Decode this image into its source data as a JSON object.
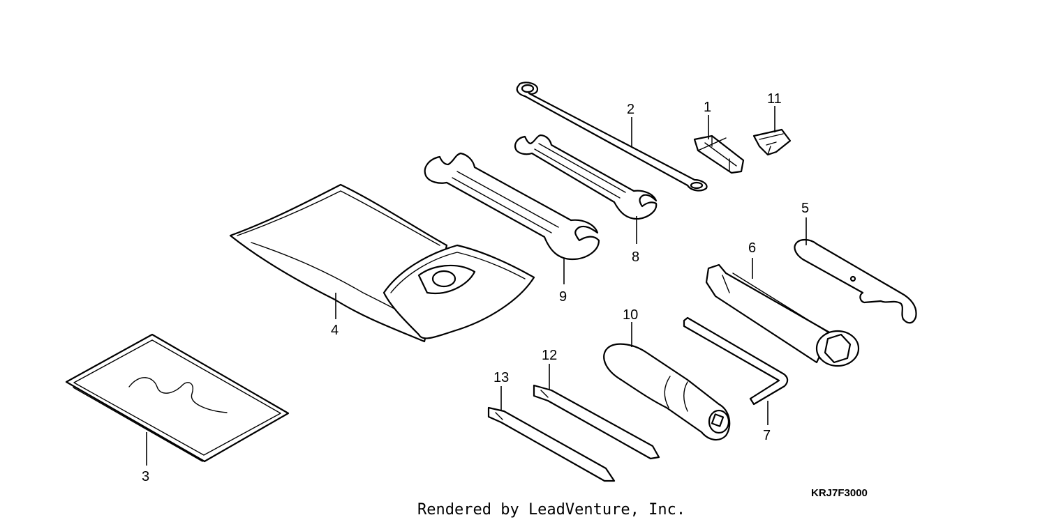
{
  "diagram": {
    "code": "KRJ7F3000",
    "credit": "Rendered by LeadVenture, Inc.",
    "callouts": [
      "1",
      "2",
      "3",
      "4",
      "5",
      "6",
      "7",
      "8",
      "9",
      "10",
      "11",
      "12",
      "13"
    ]
  },
  "colors": {
    "line": "#000000",
    "background": "#ffffff"
  }
}
